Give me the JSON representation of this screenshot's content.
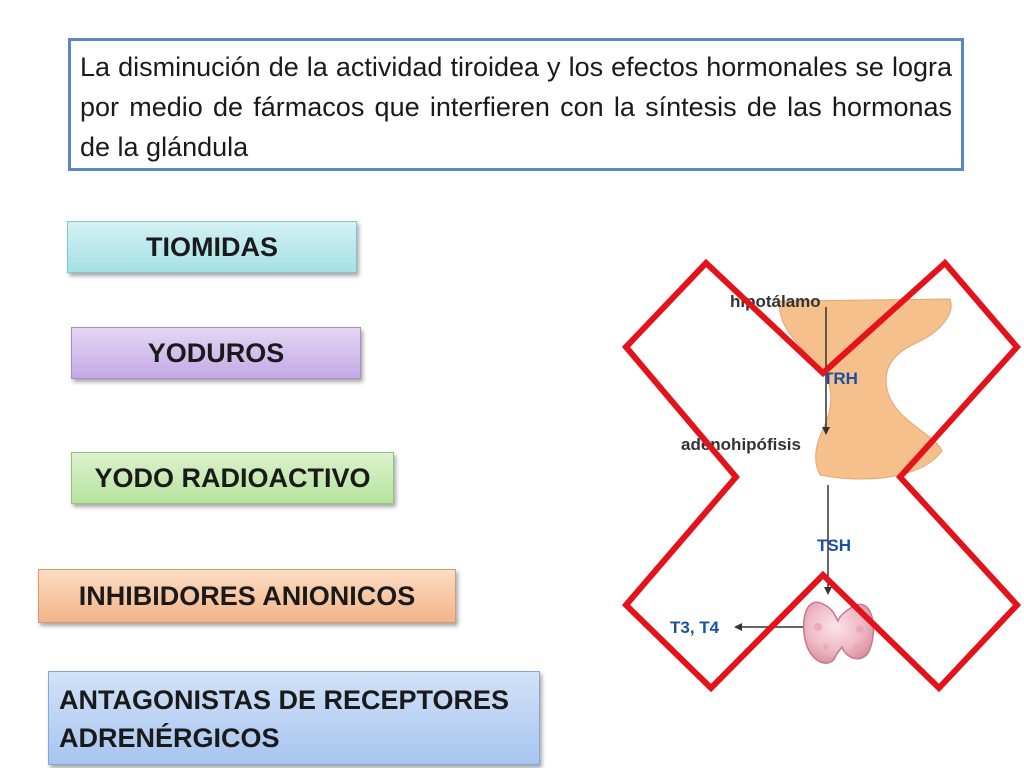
{
  "intro": {
    "text": "La disminución de la actividad tiroidea y los efectos hormonales se logra por medio de fármacos que interfieren con la síntesis de las hormonas de la glándula"
  },
  "categories": {
    "tiomidas": "TIOMIDAS",
    "yoduros": "YODUROS",
    "yodo_radioactivo": "YODO RADIOACTIVO",
    "inhibidores_anionicos": "INHIBIDORES ANIONICOS",
    "antagonistas_line1": "ANTAGONISTAS DE RECEPTORES",
    "antagonistas_line2": "ADRENÉRGICOS"
  },
  "diagram": {
    "hipotalamo": "hipotálamo",
    "trh": "TRH",
    "adenohipofisis": "adenohipófisis",
    "tsh": "TSH",
    "t3t4": "T3, T4",
    "label_color": "#1a4fa3",
    "tissue_color": "#f6c08c",
    "cross_color": "#e3121b"
  }
}
